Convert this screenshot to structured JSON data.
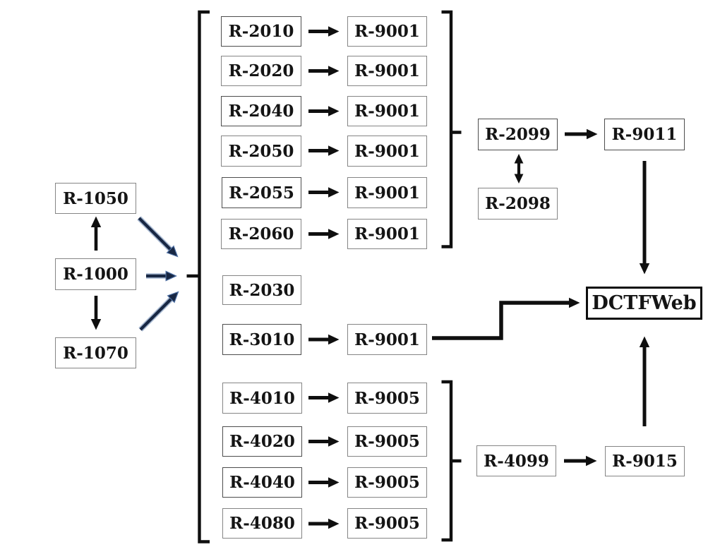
{
  "diagram_title": "",
  "colors": {
    "background": "#ffffff",
    "box_border_gray": "#858585",
    "box_border_dark": "#4d4d4d",
    "dctfweb_border": "#0d0d0d",
    "text": "#141414",
    "arrow_black": "#0f0f0f",
    "arrow_navy_core": "#182743",
    "arrow_navy_halo": "#5a7cab"
  },
  "nodes": {
    "left_column": [
      "R-1050",
      "R-1000",
      "R-1070"
    ],
    "group_2000": [
      [
        "R-2010",
        "R-9001"
      ],
      [
        "R-2020",
        "R-9001"
      ],
      [
        "R-2040",
        "R-9001"
      ],
      [
        "R-2050",
        "R-9001"
      ],
      [
        "R-2055",
        "R-9001"
      ],
      [
        "R-2060",
        "R-9001"
      ]
    ],
    "standalone": "R-2030",
    "row_3010": [
      "R-3010",
      "R-9001"
    ],
    "group_4000": [
      [
        "R-4010",
        "R-9005"
      ],
      [
        "R-4020",
        "R-9005"
      ],
      [
        "R-4040",
        "R-9005"
      ],
      [
        "R-4080",
        "R-9005"
      ]
    ],
    "consolidation_2000": {
      "closing": "R-2099",
      "receipt": "R-9011",
      "reopening": "R-2098"
    },
    "consolidation_4000": {
      "closing": "R-4099",
      "receipt": "R-9015"
    },
    "destination": "DCTFWeb"
  },
  "edges": [
    {
      "from": "R-1000",
      "to": "R-1050",
      "arrow": "single",
      "color": "black"
    },
    {
      "from": "R-1000",
      "to": "R-1070",
      "arrow": "single",
      "color": "black"
    },
    {
      "from": "R-1050",
      "to": "events-bracket",
      "arrow": "single",
      "color": "navy"
    },
    {
      "from": "R-1000",
      "to": "events-bracket",
      "arrow": "single",
      "color": "navy"
    },
    {
      "from": "R-1070",
      "to": "events-bracket",
      "arrow": "single",
      "color": "navy"
    },
    {
      "from": "R-2010",
      "to": "R-9001",
      "arrow": "single",
      "color": "black"
    },
    {
      "from": "R-2020",
      "to": "R-9001",
      "arrow": "single",
      "color": "black"
    },
    {
      "from": "R-2040",
      "to": "R-9001",
      "arrow": "single",
      "color": "black"
    },
    {
      "from": "R-2050",
      "to": "R-9001",
      "arrow": "single",
      "color": "black"
    },
    {
      "from": "R-2055",
      "to": "R-9001",
      "arrow": "single",
      "color": "black"
    },
    {
      "from": "R-2060",
      "to": "R-9001",
      "arrow": "single",
      "color": "black"
    },
    {
      "from": "R-3010",
      "to": "R-9001",
      "arrow": "single",
      "color": "black"
    },
    {
      "from": "R-4010",
      "to": "R-9005",
      "arrow": "single",
      "color": "black"
    },
    {
      "from": "R-4020",
      "to": "R-9005",
      "arrow": "single",
      "color": "black"
    },
    {
      "from": "R-4040",
      "to": "R-9005",
      "arrow": "single",
      "color": "black"
    },
    {
      "from": "R-4080",
      "to": "R-9005",
      "arrow": "single",
      "color": "black"
    },
    {
      "from": "group-2000-bracket",
      "to": "R-2099",
      "arrow": "none",
      "color": "black"
    },
    {
      "from": "R-2099",
      "to": "R-9011",
      "arrow": "single",
      "color": "black"
    },
    {
      "from": "R-2099",
      "to": "R-2098",
      "arrow": "double",
      "color": "black"
    },
    {
      "from": "R-9011",
      "to": "DCTFWeb",
      "arrow": "single",
      "color": "black"
    },
    {
      "from": "R-9001 (R-3010 row)",
      "to": "DCTFWeb",
      "arrow": "single-elbow",
      "color": "black"
    },
    {
      "from": "group-4000-bracket",
      "to": "R-4099",
      "arrow": "none",
      "color": "black"
    },
    {
      "from": "R-4099",
      "to": "R-9015",
      "arrow": "single",
      "color": "black"
    },
    {
      "from": "R-9015",
      "to": "DCTFWeb",
      "arrow": "single",
      "color": "black"
    }
  ]
}
